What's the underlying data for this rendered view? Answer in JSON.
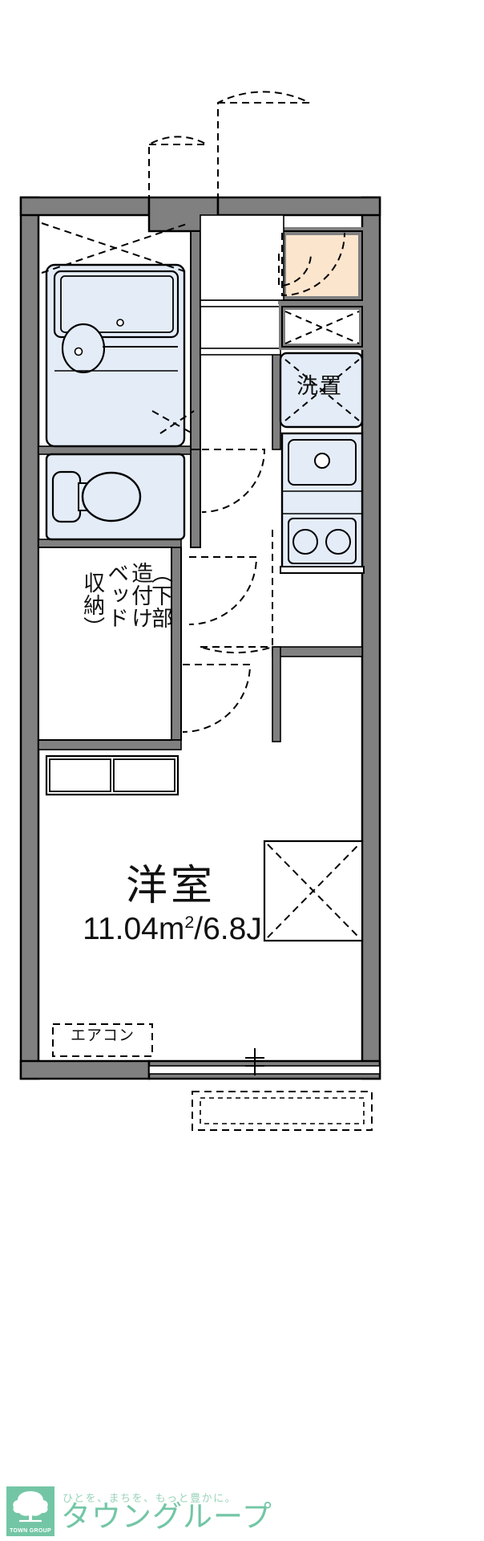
{
  "document": {
    "type": "floor-plan",
    "title": "賃貸物件 間取り図"
  },
  "rooms": {
    "main": {
      "name": "洋室",
      "area": "11.04m",
      "area_sup": "2",
      "area_rest": "/6.8J"
    },
    "builtin_bed": {
      "col1": "造付け",
      "col2": "（下部",
      "col3": "収納）",
      "col_bed": "ベッド",
      "full_text": "造付けベッド（下部収納）"
    },
    "washer": {
      "label": "洗置"
    },
    "aircon": {
      "label": "エアコン"
    }
  },
  "fixtures": [
    {
      "name": "bathtub",
      "label": ""
    },
    {
      "name": "vanity-sink",
      "label": ""
    },
    {
      "name": "toilet",
      "label": ""
    },
    {
      "name": "kitchen-sink",
      "label": ""
    },
    {
      "name": "gas-stove-2burner",
      "label": ""
    },
    {
      "name": "entry-closet",
      "label": ""
    },
    {
      "name": "shoe-box",
      "label": ""
    },
    {
      "name": "balcony",
      "label": ""
    }
  ],
  "colors": {
    "wall_fill": "#808080",
    "fixture_fill": "#e4ecf8",
    "entry_fill": "#fbe5cd",
    "line": "#000000",
    "brand_green": "#73c6a5",
    "brand_green_light": "#9ad3bb",
    "background": "#ffffff"
  },
  "footer": {
    "logo_mark_text": "TOWN GROUP",
    "tagline": "ひとを、まちを、もっと豊かに。",
    "brand": "タウングループ"
  }
}
